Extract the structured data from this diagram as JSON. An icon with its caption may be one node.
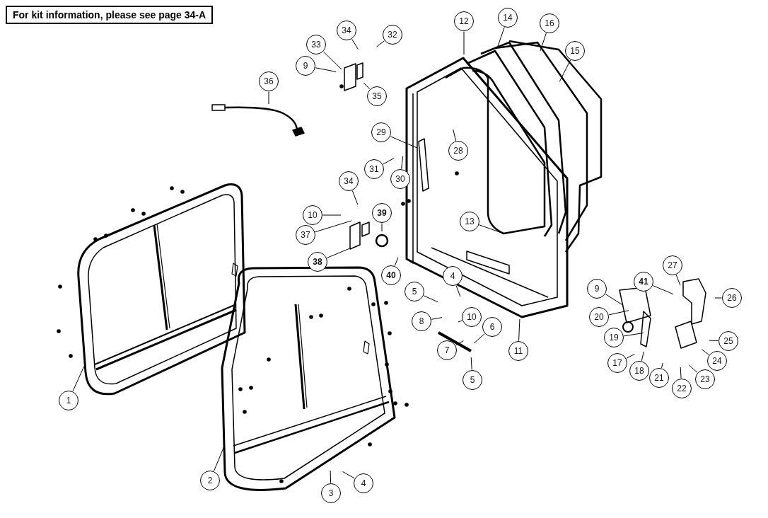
{
  "diagram": {
    "nodes": [
      {
        "text": [
          "12"
        ]
      },
      {
        "text": [
          "14"
        ]
      },
      {
        "text": [
          "16"
        ]
      },
      {
        "text": [
          "34"
        ]
      },
      {
        "text": [
          "32"
        ]
      },
      {
        "text": [
          "33"
        ]
      },
      {
        "text": [
          "15"
        ]
      },
      {
        "text": [
          "9"
        ]
      },
      {
        "text": [
          "36"
        ]
      },
      {
        "text": [
          "35"
        ]
      },
      {
        "text": [
          "29"
        ]
      },
      {
        "text": [
          "28"
        ]
      },
      {
        "text": [
          "31"
        ]
      },
      {
        "text": [
          "30"
        ]
      },
      {
        "text": [
          "34"
        ]
      },
      {
        "text": [
          "39"
        ]
      },
      {
        "text": [
          "10"
        ]
      },
      {
        "text": [
          "13"
        ]
      },
      {
        "text": [
          "37"
        ]
      },
      {
        "text": [
          "38"
        ]
      },
      {
        "text": [
          "27"
        ]
      },
      {
        "text": [
          "40"
        ]
      },
      {
        "text": [
          "41"
        ]
      },
      {
        "text": [
          "4"
        ]
      },
      {
        "text": [
          "9"
        ]
      },
      {
        "text": [
          "5"
        ]
      },
      {
        "text": [
          "26"
        ]
      },
      {
        "text": [
          "8"
        ]
      },
      {
        "text": [
          "10"
        ]
      },
      {
        "text": [
          "20"
        ]
      },
      {
        "text": [
          "6"
        ]
      },
      {
        "text": [
          "19"
        ]
      },
      {
        "text": [
          "25"
        ]
      },
      {
        "text": [
          "7"
        ]
      },
      {
        "text": [
          "11"
        ]
      },
      {
        "text": [
          "24"
        ]
      },
      {
        "text": [
          "17"
        ]
      },
      {
        "text": [
          "18"
        ]
      },
      {
        "text": [
          "21"
        ]
      },
      {
        "text": [
          "23"
        ]
      },
      {
        "text": [
          "5"
        ]
      },
      {
        "text": [
          "22"
        ]
      },
      {
        "text": [
          "1"
        ]
      },
      {
        "text": [
          "2"
        ]
      },
      {
        "text": [
          "4"
        ]
      },
      {
        "text": [
          "3"
        ]
      }
    ],
    "edges": [
      {
        "from": 0,
        "to": null,
        "arrow": "none"
      },
      {
        "from": 1,
        "to": null,
        "arrow": "none"
      },
      {
        "from": 2,
        "to": null,
        "arrow": "none"
      },
      {
        "from": 3,
        "to": null,
        "arrow": "none"
      },
      {
        "from": 4,
        "to": null,
        "arrow": "none"
      },
      {
        "from": 5,
        "to": null,
        "arrow": "none"
      },
      {
        "from": 6,
        "to": null,
        "arrow": "none"
      },
      {
        "from": 7,
        "to": null,
        "arrow": "none"
      },
      {
        "from": 8,
        "to": null,
        "arrow": "none"
      },
      {
        "from": 9,
        "to": null,
        "arrow": "none"
      },
      {
        "from": 10,
        "to": null,
        "arrow": "none"
      },
      {
        "from": 11,
        "to": null,
        "arrow": "none"
      },
      {
        "from": 12,
        "to": null,
        "arrow": "none"
      },
      {
        "from": 13,
        "to": null,
        "arrow": "none"
      },
      {
        "from": 14,
        "to": null,
        "arrow": "none"
      },
      {
        "from": 15,
        "to": null,
        "arrow": "none"
      },
      {
        "from": 16,
        "to": null,
        "arrow": "none"
      },
      {
        "from": 17,
        "to": null,
        "arrow": "none"
      },
      {
        "from": 18,
        "to": null,
        "arrow": "none"
      },
      {
        "from": 19,
        "to": null,
        "arrow": "none"
      },
      {
        "from": 20,
        "to": null,
        "arrow": "none"
      },
      {
        "from": 21,
        "to": null,
        "arrow": "none"
      },
      {
        "from": 22,
        "to": null,
        "arrow": "none"
      },
      {
        "from": 23,
        "to": null,
        "arrow": "none"
      },
      {
        "from": 24,
        "to": null,
        "arrow": "none"
      },
      {
        "from": 25,
        "to": null,
        "arrow": "none"
      },
      {
        "from": 26,
        "to": null,
        "arrow": "none"
      },
      {
        "from": 27,
        "to": null,
        "arrow": "none"
      },
      {
        "from": 28,
        "to": null,
        "arrow": "none"
      },
      {
        "from": 29,
        "to": null,
        "arrow": "none"
      },
      {
        "from": 30,
        "to": null,
        "arrow": "none"
      },
      {
        "from": 31,
        "to": null,
        "arrow": "none"
      },
      {
        "from": 32,
        "to": null,
        "arrow": "none"
      },
      {
        "from": 33,
        "to": null,
        "arrow": "none"
      },
      {
        "from": 34,
        "to": null,
        "arrow": "none"
      },
      {
        "from": 35,
        "to": null,
        "arrow": "none"
      },
      {
        "from": 36,
        "to": null,
        "arrow": "none"
      },
      {
        "from": 37,
        "to": null,
        "arrow": "none"
      },
      {
        "from": 38,
        "to": null,
        "arrow": "none"
      },
      {
        "from": 39,
        "to": null,
        "arrow": "none"
      },
      {
        "from": 40,
        "to": null,
        "arrow": "none"
      },
      {
        "from": 41,
        "to": null,
        "arrow": "none"
      },
      {
        "from": 42,
        "to": null,
        "arrow": "none"
      },
      {
        "from": 43,
        "to": null,
        "arrow": "none"
      },
      {
        "from": 44,
        "to": null,
        "arrow": "none"
      },
      {
        "from": 45,
        "to": null,
        "arrow": "none"
      }
    ],
    "labels": [
      "For kit information, please see page 34-A"
    ]
  }
}
